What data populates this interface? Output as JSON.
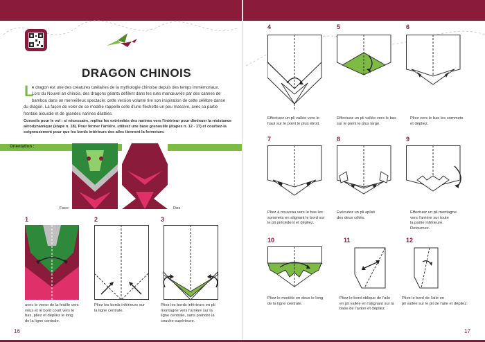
{
  "page": {
    "title": "DRAGON CHINOIS",
    "intro_letter": "L",
    "intro_lines": [
      "e dragon est une des créatures tutélaires de la mythologie chinoise depuis des temps immémoriaux.",
      "Lors du Nouvel an chinois, des dragons géants défilent dans les rues manœuvrés par des cannes de",
      "bambou dans un merveilleux spectacle: cette version volante tire son inspiration de cette célèbre danse",
      "du dragon. La façon de voler de ce modèle rappelle celle d'une fléchette un peu massive, avec sa partie",
      "frontale alourdie et de grandes narines dilatées."
    ],
    "tips_lines": [
      "Conseils pour le vol : si nécessaire, repliez les extrémités des narines vers l'intérieur pour diminuer la résistance",
      "aérodynamique (étape n. 18). Pour fermer l'arrière, utilisez une base grenouille (étapes n. 12 - 17) et courbez-la",
      "soigneusement pour que les bords intérieurs des ailes tiennent la fermeture."
    ],
    "orientation_label": "Orientation :",
    "face_label": "Face",
    "back_label": "Dos",
    "page_left": "16",
    "page_right": "17",
    "colors": {
      "accent": "#8a1b3b",
      "green": "#7dbb44"
    }
  },
  "steps": [
    {
      "num": "1",
      "lines": [
        "avec le verso de la feuille vers",
        "vous et le bord court vers le",
        "bas, pliez et dépliez le long",
        "de la ligne centrale."
      ]
    },
    {
      "num": "2",
      "lines": [
        "Pliez les bords inférieurs sur",
        "la ligne centrale."
      ]
    },
    {
      "num": "3",
      "lines": [
        "Pliez les bords inférieurs en pli",
        "montagne vers l'arrière sur la",
        "ligne centrale, sans prendre la",
        "couche supérieure."
      ]
    },
    {
      "num": "4",
      "lines": [
        "Effectuez un pli vallée vers le",
        "haut sur le point le plus étroit."
      ]
    },
    {
      "num": "5",
      "lines": [
        "Effectuez un pli vallée vers le bas",
        "sur le point le plus large."
      ]
    },
    {
      "num": "6",
      "lines": [
        "Pliez vers le bas les sommets",
        "et dépliez."
      ]
    },
    {
      "num": "7",
      "lines": [
        "Pliez à nouveau vers le bas les",
        "sommets en alignant le bord sur",
        "le pli précédent et dépliez."
      ]
    },
    {
      "num": "8",
      "lines": [
        "Exécutez un pli aplati",
        "des deux côtés."
      ]
    },
    {
      "num": "9",
      "lines": [
        "Effectuez un pli montagne",
        "vers l'arrière sur toute",
        "la partie inférieure.",
        "Retournez."
      ]
    },
    {
      "num": "10",
      "lines": [
        "Pliez le modèle en deux le long",
        "de la ligne centrale."
      ]
    },
    {
      "num": "11",
      "lines": [
        "Pliez le bord oblique de l'aile",
        "en pli vallée en l'alignant sur la",
        "base de l'avion et dépliez."
      ]
    },
    {
      "num": "12",
      "lines": [
        "Pliez le bord de l'aile en",
        "pli vallée sur le pli de l'aile et dépliez."
      ]
    }
  ]
}
